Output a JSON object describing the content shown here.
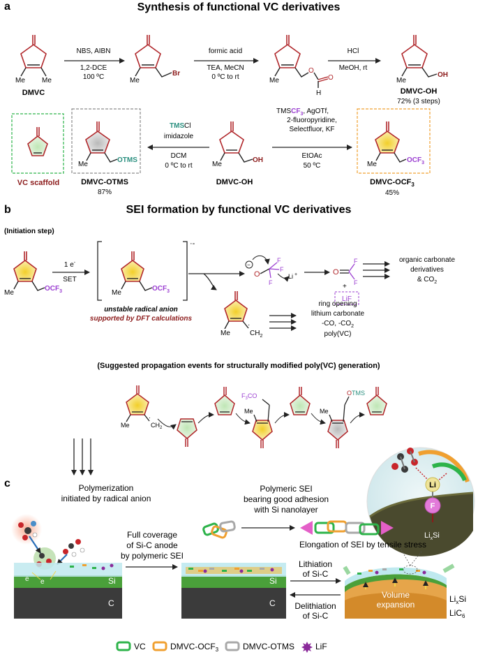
{
  "panel_a": {
    "letter": "a",
    "title": "Synthesis of functional VC derivatives",
    "step1": {
      "line1": "NBS, AIBN",
      "line2": "1,2-DCE",
      "line3": "100 ºC"
    },
    "step2": {
      "line1": "formic acid",
      "line2": "TEA, MeCN",
      "line3": "0 ºC to rt"
    },
    "step3": {
      "line1": "HCl",
      "line2": "MeOH, rt"
    },
    "step4": {
      "line1": "TMS",
      "line1b": "Cl",
      "line2": "imidazole",
      "line3": "DCM",
      "line4": "0 ºC to rt"
    },
    "step5": {
      "line1a": "TMS",
      "line1b": "CF",
      "line1c": "3",
      "line1d": ", AgOTf,",
      "line2": "2-fluoropyridine,",
      "line3": "Selectfluor, KF",
      "line4": "EtOAc",
      "line5": "50 ºC"
    },
    "cmpd_dmvc": "DMVC",
    "cmpd_dmvc_oh": "DMVC-OH",
    "cmpd_dmvc_oh_yield": "72% (3 steps)",
    "cmpd_dmvc_oh2": "DMVC-OH",
    "cmpd_otms": "DMVC-OTMS",
    "cmpd_otms_yield": "87%",
    "cmpd_ocf3": "DMVC-OCF",
    "cmpd_ocf3_sub": "3",
    "cmpd_ocf3_yield": "45%",
    "vc_scaffold": "VC scaffold",
    "lbl_me": "Me",
    "lbl_br": "Br",
    "lbl_h": "H",
    "lbl_oh": "OH",
    "lbl_otms": "OTMS",
    "lbl_ocf3": "OCF",
    "lbl_3": "3"
  },
  "panel_b": {
    "letter": "b",
    "title": "SEI formation by functional VC derivatives",
    "initiation": "(Initiation step)",
    "e_label": "1 e",
    "e_sup": "-",
    "set": "SET",
    "unstable1": "unstable radical anion",
    "unstable2": "supported by DFT calculations",
    "li_plus": "Li",
    "lif": "LiF",
    "organic1": "organic carbonate",
    "organic2": "derivatives",
    "organic3": "& CO",
    "organic3_sub": "2",
    "ring1": "ring opening",
    "ring2": "lithium carbonate",
    "ring3": "-CO, -CO",
    "ring3_sub": "2",
    "ring4": "poly(VC)",
    "ch2": "CH",
    "ch2_sub": "2",
    "propagation": "(Suggested propagation events for structurally modified poly(VC) generation)",
    "f3co": "F",
    "f3co_b": "3",
    "f3co_c": "CO",
    "otms_o": "O",
    "otms_tms": "TMS"
  },
  "panel_c": {
    "letter": "c",
    "poly1": "Polymerization",
    "poly2": "initiated by radical anion",
    "cov1": "Full coverage",
    "cov2": "of Si-C anode",
    "cov3": "by polymeric SEI",
    "sei1": "Polymeric SEI",
    "sei2": "bearing good adhesion",
    "sei3": "with Si nanolayer",
    "elong": "Elongation of SEI by tensile stress",
    "lith1": "Lithiation",
    "lith2": "of Si-C",
    "delith1": "Delithiation",
    "delith2": "of Si-C",
    "si": "Si",
    "c": "C",
    "e": "e",
    "vol1": "Volume",
    "vol2": "expansion",
    "lixsi": "Li",
    "lixsi_x": "x",
    "lixsi_si": "Si",
    "lic6": "LiC",
    "lic6_sub": "6",
    "li": "Li",
    "f": "F",
    "legend": [
      {
        "label": "VC",
        "color": "#2db34a"
      },
      {
        "label": "DMVC-OCF",
        "sub": "3",
        "color": "#f0a030"
      },
      {
        "label": "DMVC-OTMS",
        "color": "#a8a8a8"
      },
      {
        "label": "LiF",
        "color": "#8a2a9a"
      }
    ]
  },
  "colors": {
    "ring_red": "#b0262a",
    "green_fill": "#cfe8c8",
    "yellow_fill": "#f4d640",
    "grey_fill": "#c8c8c8",
    "purple": "#9b3fd1",
    "teal": "#2a8f7f",
    "dark_red": "#8b1a1a",
    "si_green": "#4aa03a",
    "c_dark": "#3a3a3a"
  }
}
